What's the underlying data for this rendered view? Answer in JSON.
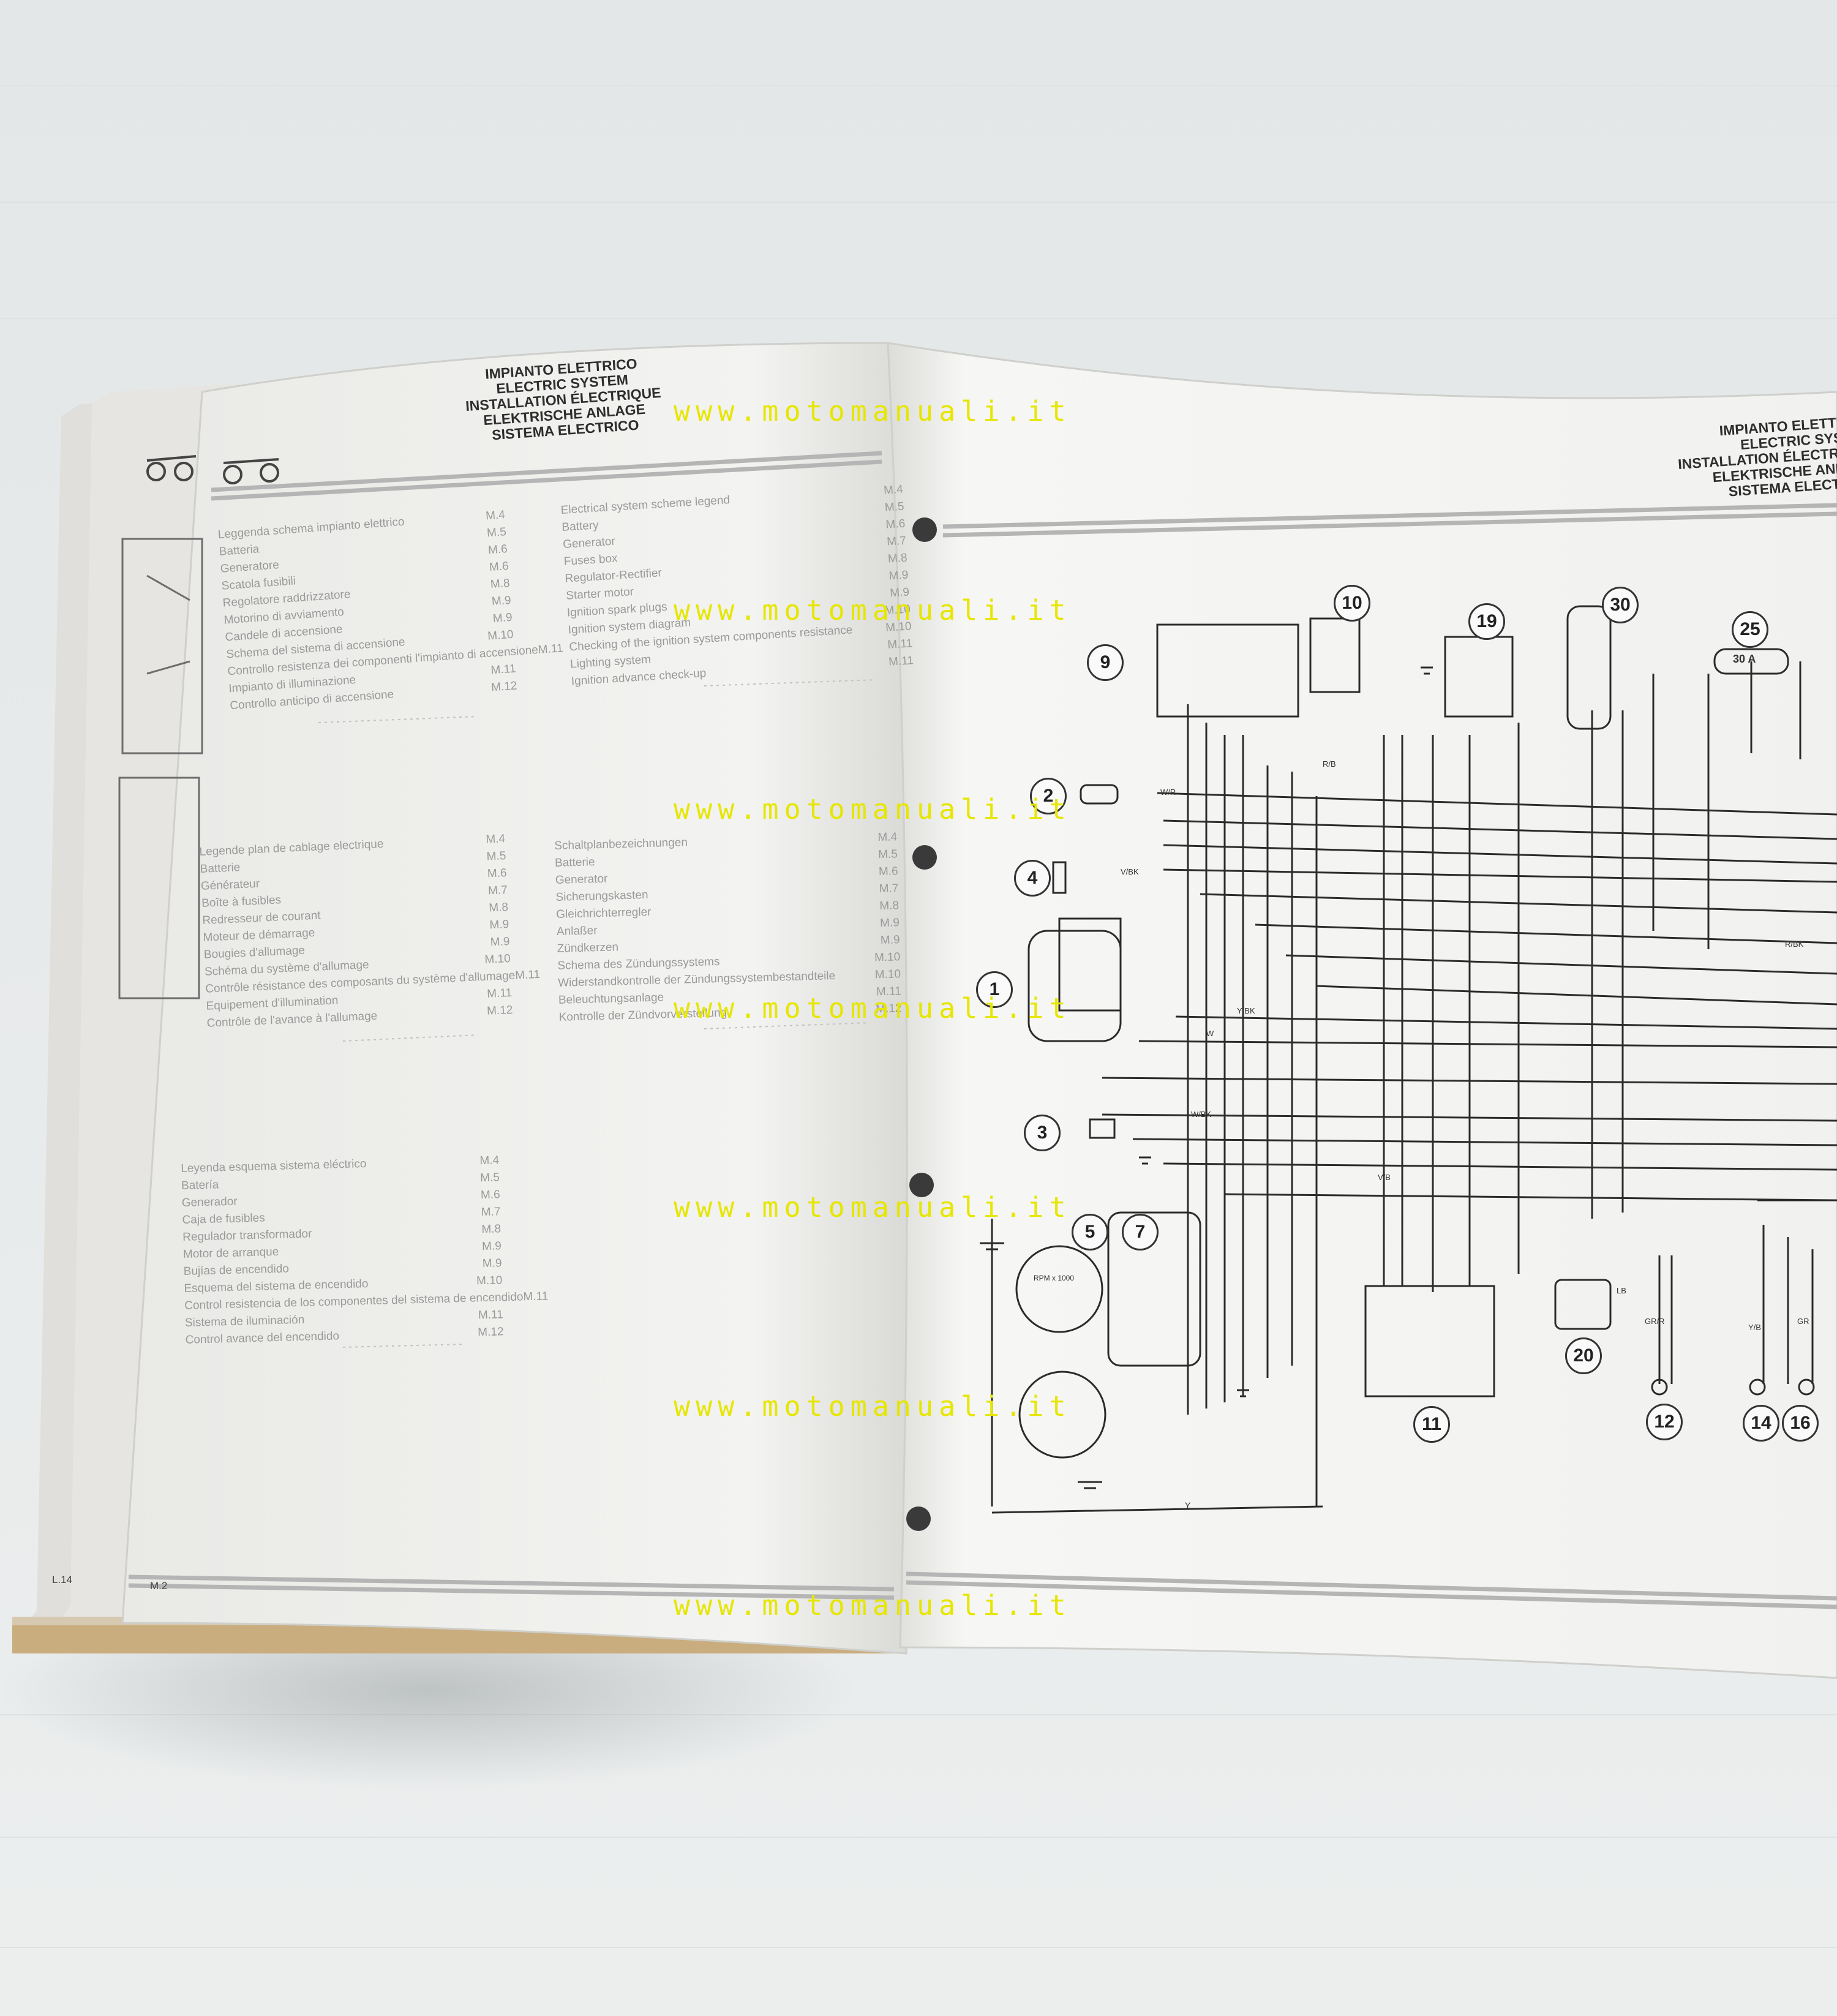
{
  "watermark": "www.motomanuali.it",
  "left_page": {
    "page_number": "M.2",
    "under_page_number": "L.14",
    "header_lines": [
      "IMPIANTO ELETTRICO",
      "ELECTRIC SYSTEM",
      "INSTALLATION ÉLECTRIQUE",
      "ELEKTRISCHE ANLAGE",
      "SISTEMA ELECTRICO"
    ],
    "legend_italian": [
      {
        "label": "Leggenda schema impianto elettrico",
        "page": "M.4"
      },
      {
        "label": "Batteria",
        "page": "M.5"
      },
      {
        "label": "Generatore",
        "page": "M.6"
      },
      {
        "label": "Scatola fusibili",
        "page": "M.6"
      },
      {
        "label": "Regolatore raddrizzatore",
        "page": "M.8"
      },
      {
        "label": "Motorino di avviamento",
        "page": "M.9"
      },
      {
        "label": "Candele di accensione",
        "page": "M.9"
      },
      {
        "label": "Schema del sistema di accensione",
        "page": "M.10"
      },
      {
        "label": "Controllo resistenza dei componenti l'impianto di accensione",
        "page": "M.11"
      },
      {
        "label": "Impianto di illuminazione",
        "page": "M.11"
      },
      {
        "label": "Controllo anticipo di accensione",
        "page": "M.12"
      }
    ],
    "legend_english": [
      {
        "label": "Electrical system scheme legend",
        "page": "M.4"
      },
      {
        "label": "Battery",
        "page": "M.5"
      },
      {
        "label": "Generator",
        "page": "M.6"
      },
      {
        "label": "Fuses box",
        "page": "M.7"
      },
      {
        "label": "Regulator-Rectifier",
        "page": "M.8"
      },
      {
        "label": "Starter motor",
        "page": "M.9"
      },
      {
        "label": "Ignition spark plugs",
        "page": "M.9"
      },
      {
        "label": "Ignition system diagram",
        "page": "M.10"
      },
      {
        "label": "Checking of the ignition system components resistance",
        "page": "M.10"
      },
      {
        "label": "Lighting system",
        "page": "M.11"
      },
      {
        "label": "Ignition advance check-up",
        "page": "M.11"
      }
    ],
    "legend_french": [
      {
        "label": "Legende plan de cablage electrique",
        "page": "M.4"
      },
      {
        "label": "Batterie",
        "page": "M.5"
      },
      {
        "label": "Générateur",
        "page": "M.6"
      },
      {
        "label": "Boîte à fusibles",
        "page": "M.7"
      },
      {
        "label": "Redresseur de courant",
        "page": "M.8"
      },
      {
        "label": "Moteur de démarrage",
        "page": "M.9"
      },
      {
        "label": "Bougies d'allumage",
        "page": "M.9"
      },
      {
        "label": "Schéma du système d'allumage",
        "page": "M.10"
      },
      {
        "label": "Contrôle résistance des composants du système d'allumage",
        "page": "M.11"
      },
      {
        "label": "Equipement d'illumination",
        "page": "M.11"
      },
      {
        "label": "Contrôle de l'avance à l'allumage",
        "page": "M.12"
      }
    ],
    "legend_german": [
      {
        "label": "Schaltplanbezeichnungen",
        "page": "M.4"
      },
      {
        "label": "Batterie",
        "page": "M.5"
      },
      {
        "label": "Generator",
        "page": "M.6"
      },
      {
        "label": "Sicherungskasten",
        "page": "M.7"
      },
      {
        "label": "Gleichrichterregler",
        "page": "M.8"
      },
      {
        "label": "Anlaßer",
        "page": "M.9"
      },
      {
        "label": "Zündkerzen",
        "page": "M.9"
      },
      {
        "label": "Schema des Zündungssystems",
        "page": "M.10"
      },
      {
        "label": "Widerstandkontrolle der Zündungssystembestandteile",
        "page": "M.10"
      },
      {
        "label": "Beleuchtungsanlage",
        "page": "M.11"
      },
      {
        "label": "Kontrolle der Zündvorverstellung",
        "page": "M.12"
      }
    ],
    "legend_spanish": [
      {
        "label": "Leyenda esquema sistema eléctrico",
        "page": "M.4"
      },
      {
        "label": "Batería",
        "page": "M.5"
      },
      {
        "label": "Generador",
        "page": "M.6"
      },
      {
        "label": "Caja de fusibles",
        "page": "M.7"
      },
      {
        "label": "Regulador transformador",
        "page": "M.8"
      },
      {
        "label": "Motor de arranque",
        "page": "M.9"
      },
      {
        "label": "Bujías de encendido",
        "page": "M.9"
      },
      {
        "label": "Esquema del sistema de encendido",
        "page": "M.10"
      },
      {
        "label": "Control resistencia de los componentes del sistema de encendido",
        "page": "M.11"
      },
      {
        "label": "Sistema de iluminación",
        "page": "M.11"
      },
      {
        "label": "Control avance del encendido",
        "page": "M.12"
      }
    ]
  },
  "right_page": {
    "header_lines": [
      "IMPIANTO ELETTRICO",
      "ELECTRIC SYSTEM",
      "INSTALLATION ÉLECTRIQUE",
      "ELEKTRISCHE ANLAGE",
      "SISTEMA ELECTRICO"
    ],
    "component_numbers": [
      "10",
      "19",
      "30",
      "25",
      "9",
      "2",
      "4",
      "1",
      "3",
      "5",
      "7",
      "11",
      "12",
      "14",
      "16",
      "20"
    ],
    "fuse_label": "30 A",
    "gauge_label": "RPM x 1000",
    "wire_labels": [
      "Y",
      "W/R",
      "Y/BK",
      "V/BK",
      "W/BK",
      "R/BK",
      "R/B",
      "W",
      "LB",
      "GR",
      "Y/B",
      "GR/R",
      "V/B"
    ]
  },
  "colors": {
    "watermark": "#e6e600",
    "background": "#e9ecec",
    "paper": "#f4f4f2",
    "ink": "#333333"
  }
}
